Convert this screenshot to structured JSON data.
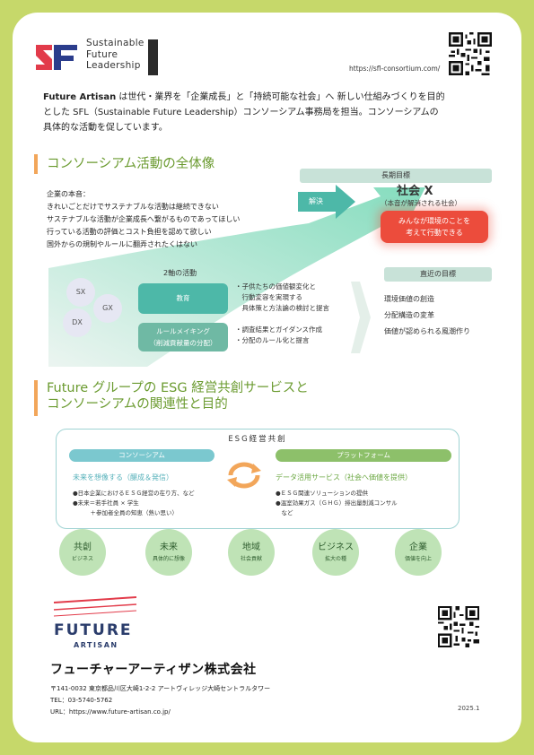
{
  "header": {
    "logo_lines": [
      "Sustainable",
      "Future",
      "Leadership"
    ],
    "url": "https://sfl-consortium.com/"
  },
  "intro": {
    "line1_bold": "Future Artisan",
    "line1_rest": " は世代・業界を「企業成長」と「持続可能な社会」へ 新しい仕組みづくりを目的",
    "line2": "とした SFL（Sustainable Future Leadership）コンソーシアム事務局を担当。コンソーシアムの",
    "line3": "具体的な活動を促しています。"
  },
  "section1": {
    "title": "コンソーシアム活動の全体像",
    "honne_title": "企業の本音：",
    "honne_items": [
      "きれいごとだけでサステナブルな活動は継続できない",
      "サステナブルな活動が企業成長へ繋がるものであってほしい",
      "行っている活動の評価とコスト負担を認めて欲しい",
      "国外からの規制やルールに翻弄されたくはない"
    ],
    "long_term_label": "長期目標",
    "solve_label": "解決",
    "society_x": "社会 X",
    "society_sub": "（本音が解消される社会）",
    "goal_line1": "みんなが環境のことを",
    "goal_line2": "考えて行動できる",
    "circles": [
      "SX",
      "GX",
      "DX"
    ],
    "two_activities": "2軸の活動",
    "act_edu": "教育",
    "act_rule_line1": "ルールメイキング",
    "act_rule_line2": "（削減貢献量の分配）",
    "desc1": [
      "・子供たちの価値観変化と",
      "　行動変容を実現する",
      "　具体策と方法論の検討と提言"
    ],
    "desc2": [
      "・調査結果とガイダンス作成",
      "・分配のルール化と提言"
    ],
    "near_term_label": "直近の目標",
    "near_term_items": [
      "環境価値の創造",
      "分配構造の変革",
      "価値が認められる風潮作り"
    ]
  },
  "section2": {
    "title_line1": "Future グループの ESG 経営共創サービスと",
    "title_line2": "コンソーシアムの関連性と目的",
    "esg_title": "ESG経営共創",
    "tab_left": "コンソーシアム",
    "tab_right": "プラットフォーム",
    "sub_left": "未来を想像する（醸成＆発信）",
    "sub_right": "データ活用サービス（社会へ価値を提供）",
    "items_left": [
      "●日本企業におけるＥＳＧ経営の在り方、など",
      "●未来＝若手社員 × 学生",
      "　　　＋参加者全員の知恵（熱い思い）"
    ],
    "items_right": [
      "●ＥＳＧ関連ソリューションの提供",
      "●温室効果ガス（ＧＨＧ）排出量削減コンサル",
      "　など"
    ],
    "values": [
      {
        "main": "共創",
        "sub": "ビジネス"
      },
      {
        "main": "未来",
        "sub": "具体的に想像"
      },
      {
        "main": "地域",
        "sub": "社会貢献"
      },
      {
        "main": "ビジネス",
        "sub": "拡大の種"
      },
      {
        "main": "企業",
        "sub": "価値を向上"
      }
    ]
  },
  "footer": {
    "logo_main": "FUTURE",
    "logo_sub": "ARTISAN",
    "company": "フューチャーアーティザン株式会社",
    "address": "〒141-0032  東京都品川区大崎1-2-2 アートヴィレッジ大崎セントラルタワー",
    "tel": "TEL：03-5740-5762",
    "url": "URL：https://www.future-artisan.co.jp/",
    "date": "2025.1"
  },
  "colors": {
    "page_bg": "#c6d86a",
    "title_green": "#6b9b30",
    "title_accent": "#f2a65a",
    "teal": "#4db8a8",
    "goal_red": "#ec4c3c"
  }
}
